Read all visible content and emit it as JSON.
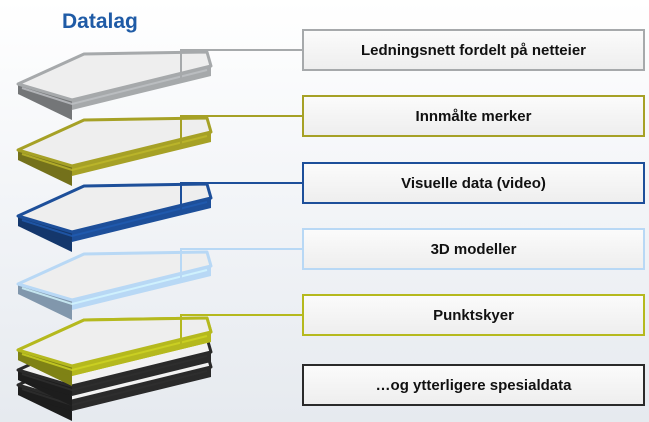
{
  "title": "Datalag",
  "colors": {
    "title": "#1f5ba6",
    "connector_gray": "#a6a9ab",
    "olive": "#a6a126",
    "navy": "#1d4f9a",
    "light_blue": "#b8d8f5",
    "yellow_green": "#b5b91e",
    "black": "#2a2a2a"
  },
  "layers": [
    {
      "label": "Ledningsnett fordelt på netteier",
      "color": "#a6a9ab"
    },
    {
      "label": "Innmålte merker",
      "color": "#a6a126"
    },
    {
      "label": "Visuelle data (video)",
      "color": "#1d4f9a"
    },
    {
      "label": "3D modeller",
      "color": "#b8d8f5"
    },
    {
      "label": "Punktskyer",
      "color": "#b5b91e"
    },
    {
      "label": "…og ytterligere spesialdata",
      "color": "#2a2a2a"
    }
  ]
}
